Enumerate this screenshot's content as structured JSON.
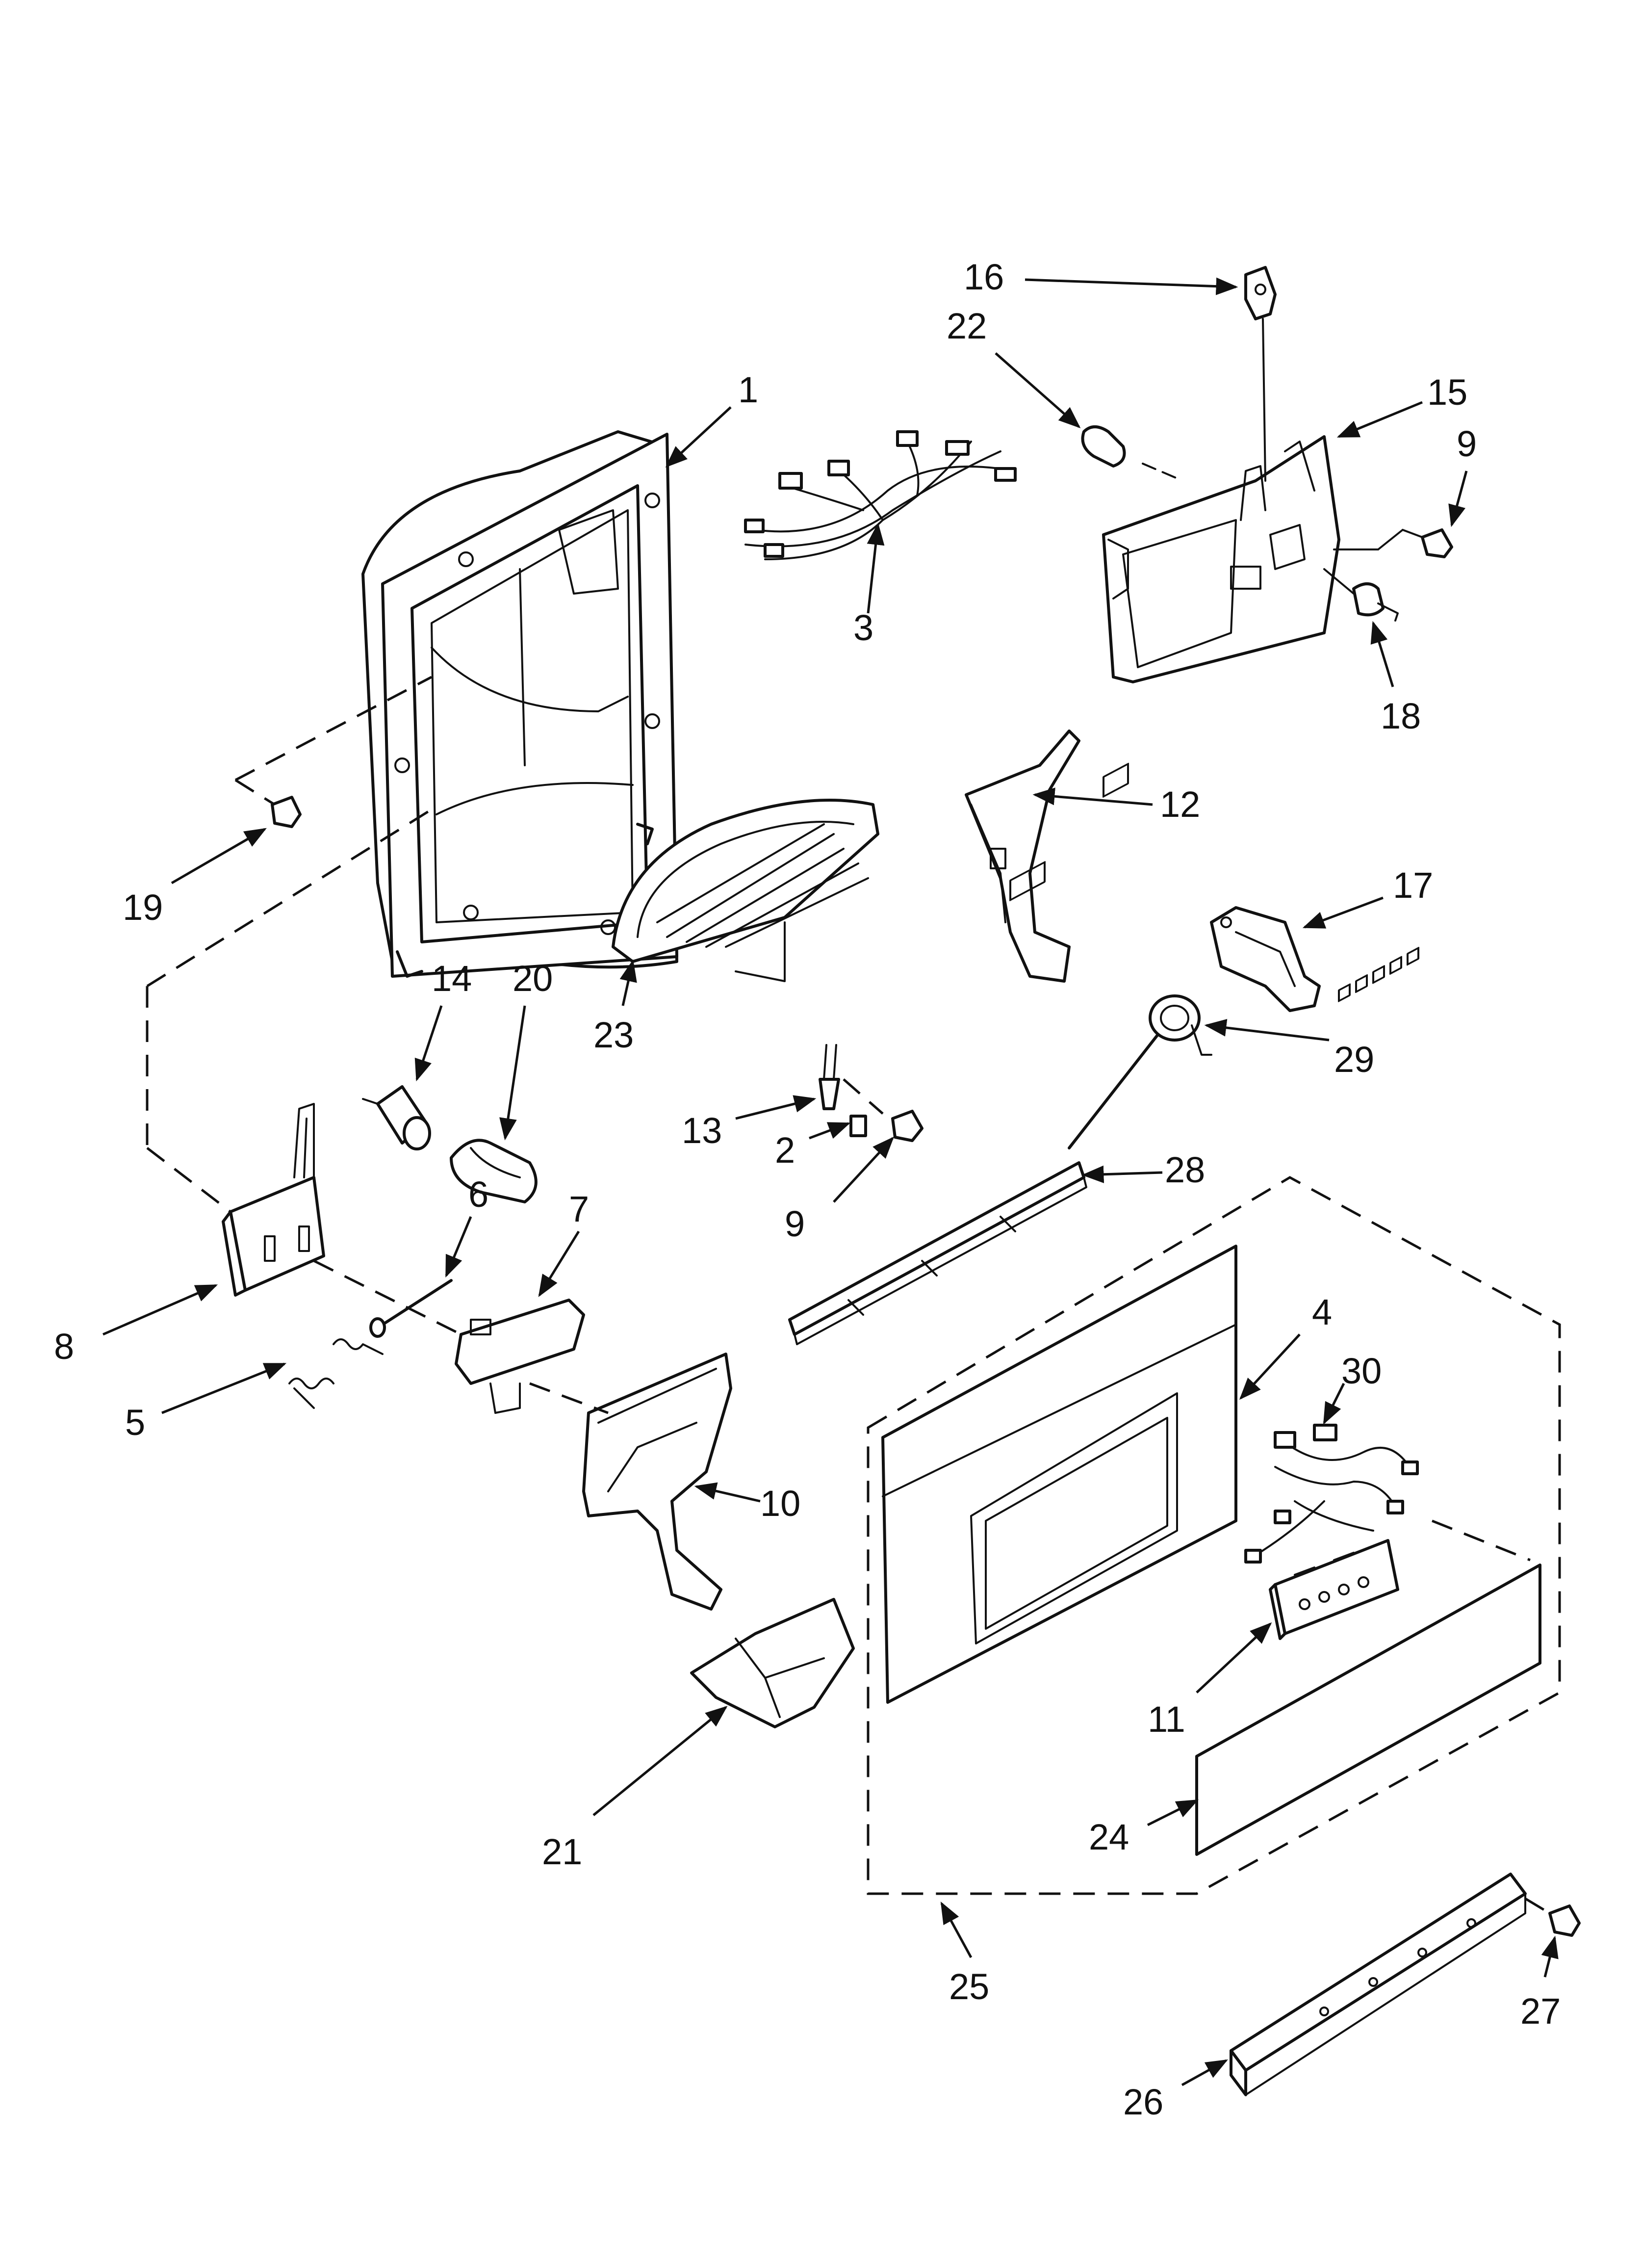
{
  "diagram": {
    "type": "exploded-parts-diagram",
    "line_color": "#111111",
    "background": "#ffffff",
    "callouts": [
      {
        "id": "1",
        "label": "1"
      },
      {
        "id": "2",
        "label": "2"
      },
      {
        "id": "3",
        "label": "3"
      },
      {
        "id": "4",
        "label": "4"
      },
      {
        "id": "5",
        "label": "5"
      },
      {
        "id": "6",
        "label": "6"
      },
      {
        "id": "7",
        "label": "7"
      },
      {
        "id": "8",
        "label": "8"
      },
      {
        "id": "9a",
        "label": "9"
      },
      {
        "id": "9b",
        "label": "9"
      },
      {
        "id": "10",
        "label": "10"
      },
      {
        "id": "11",
        "label": "11"
      },
      {
        "id": "12",
        "label": "12"
      },
      {
        "id": "13",
        "label": "13"
      },
      {
        "id": "14",
        "label": "14"
      },
      {
        "id": "15",
        "label": "15"
      },
      {
        "id": "16",
        "label": "16"
      },
      {
        "id": "17",
        "label": "17"
      },
      {
        "id": "18",
        "label": "18"
      },
      {
        "id": "19",
        "label": "19"
      },
      {
        "id": "20",
        "label": "20"
      },
      {
        "id": "21",
        "label": "21"
      },
      {
        "id": "22",
        "label": "22"
      },
      {
        "id": "23",
        "label": "23"
      },
      {
        "id": "24",
        "label": "24"
      },
      {
        "id": "25",
        "label": "25"
      },
      {
        "id": "26",
        "label": "26"
      },
      {
        "id": "27",
        "label": "27"
      },
      {
        "id": "28",
        "label": "28"
      },
      {
        "id": "29",
        "label": "29"
      },
      {
        "id": "30",
        "label": "30"
      }
    ]
  }
}
